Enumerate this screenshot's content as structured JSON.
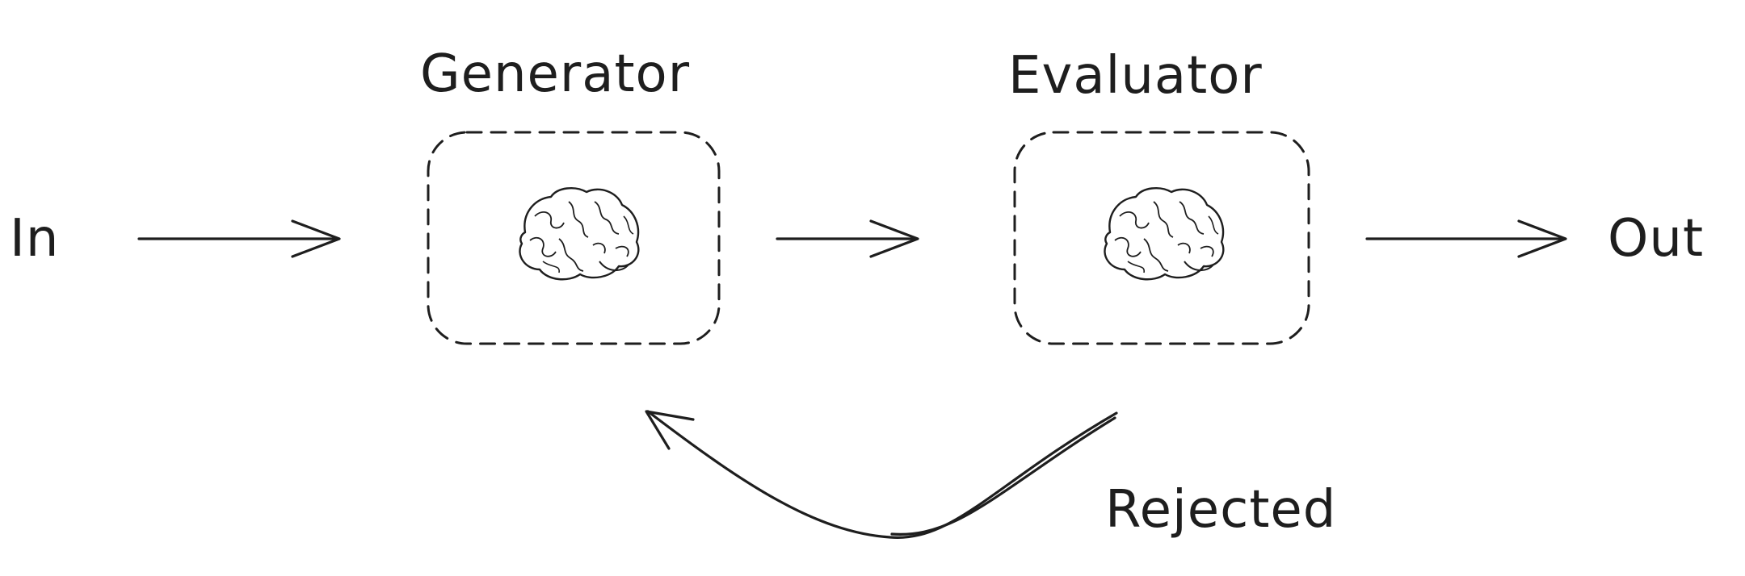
{
  "nodes": {
    "input": {
      "label": "In"
    },
    "generator": {
      "label": "Generator",
      "icon": "brain-icon"
    },
    "evaluator": {
      "label": "Evaluator",
      "icon": "brain-icon"
    },
    "output": {
      "label": "Out"
    }
  },
  "edges": {
    "feedback": {
      "label": "Rejected"
    }
  },
  "colors": {
    "stroke": "#1e1e1e",
    "background": "#ffffff"
  }
}
